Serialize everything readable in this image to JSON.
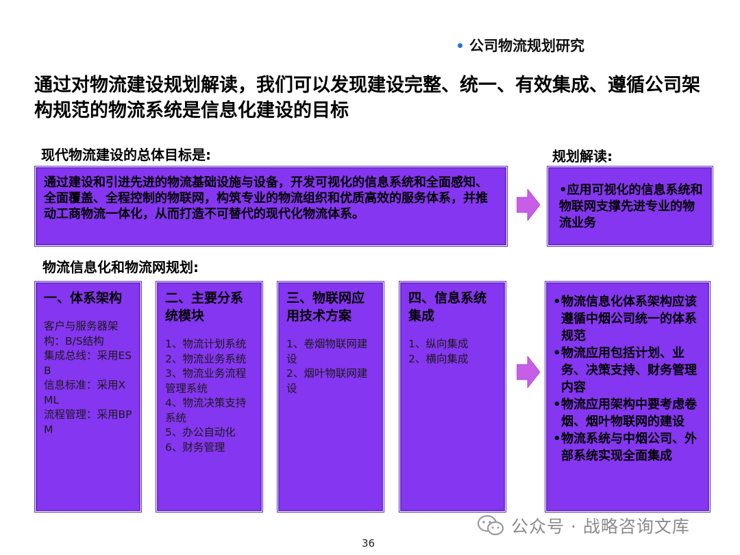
{
  "header": {
    "tag": "公司物流规划研究"
  },
  "title": "通过对物流建设规划解读，我们可以发现建设完整、统一、有效集成、遵循公司架构规范的物流系统是信息化建设的目标",
  "goal": {
    "label": "现代物流建设的总体目标是:",
    "text": "通过建设和引进先进的物流基础设施与设备，开发可视化的信息系统和全面感知、全面覆盖、全程控制的物联网，构筑专业的物流组织和优质高效的服务体系，并推动工商物流一体化，从而打造不可替代的现代化物流体系。"
  },
  "interpretation": {
    "label": "规划解读:",
    "text": "•应用可视化的信息系统和物联网支撑先进专业的物流业务"
  },
  "plan": {
    "label": "物流信息化和物流网规划:",
    "columns": [
      {
        "title": "一、体系架构",
        "body": "客户与服务器架构：B/S结构\n集成总线：采用ESB\n信息标准：采用XML\n流程管理：采用BPM"
      },
      {
        "title": "二、主要分系统模块",
        "body": "1、物流计划系统\n2、物流业务系统\n3、物流业务流程管理系统\n4、物流决策支持系统\n5、办公自动化\n6、财务管理"
      },
      {
        "title": "三、物联网应用技术方案",
        "body": "1、卷烟物联网建设\n2、烟叶物联网建设"
      },
      {
        "title": "四、信息系统集成",
        "body": "1、纵向集成\n2、横向集成"
      }
    ]
  },
  "summary": {
    "items": [
      "物流信息化体系架构应该遵循中烟公司统一的体系规范",
      "物流应用包括计划、业务、决策支持、财务管理内容",
      "物流应用架构中要考虑卷烟、烟叶物联网的建设",
      "物流系统与中烟公司、外部系统实现全面集成"
    ]
  },
  "watermark": "公众号 · 战略咨询文库",
  "page_number": "36",
  "colors": {
    "box_fill": "#8536f0",
    "arrow_fill": "#c85ee8",
    "bullet": "#2f6ed6"
  }
}
